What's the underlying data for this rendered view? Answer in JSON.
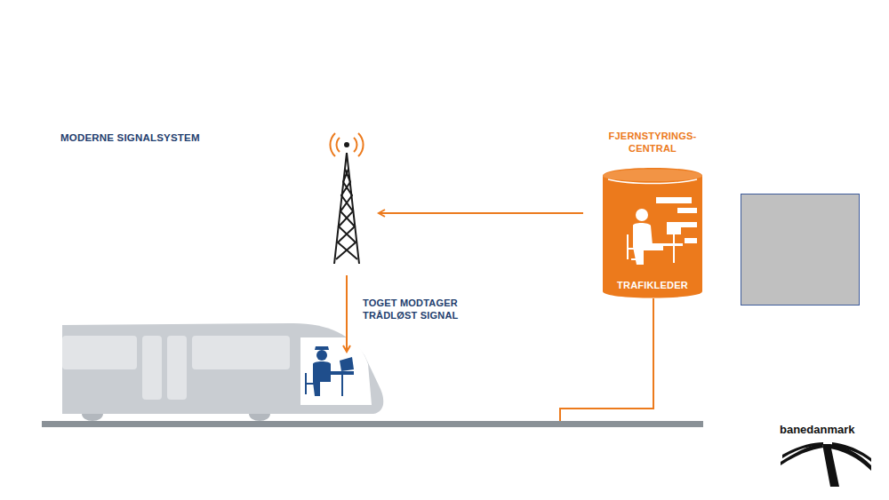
{
  "diagram": {
    "title": "MODERNE SIGNALSYSTEM",
    "nodes": [
      {
        "text": [
          "FJERNSTYRINGS- CENTRAL",
          "TRAFIKLEDER"
        ]
      }
    ],
    "labels": [
      "TOGET MODTAGER TRÅDLØST SIGNAL",
      "banedanmark"
    ]
  }
}
